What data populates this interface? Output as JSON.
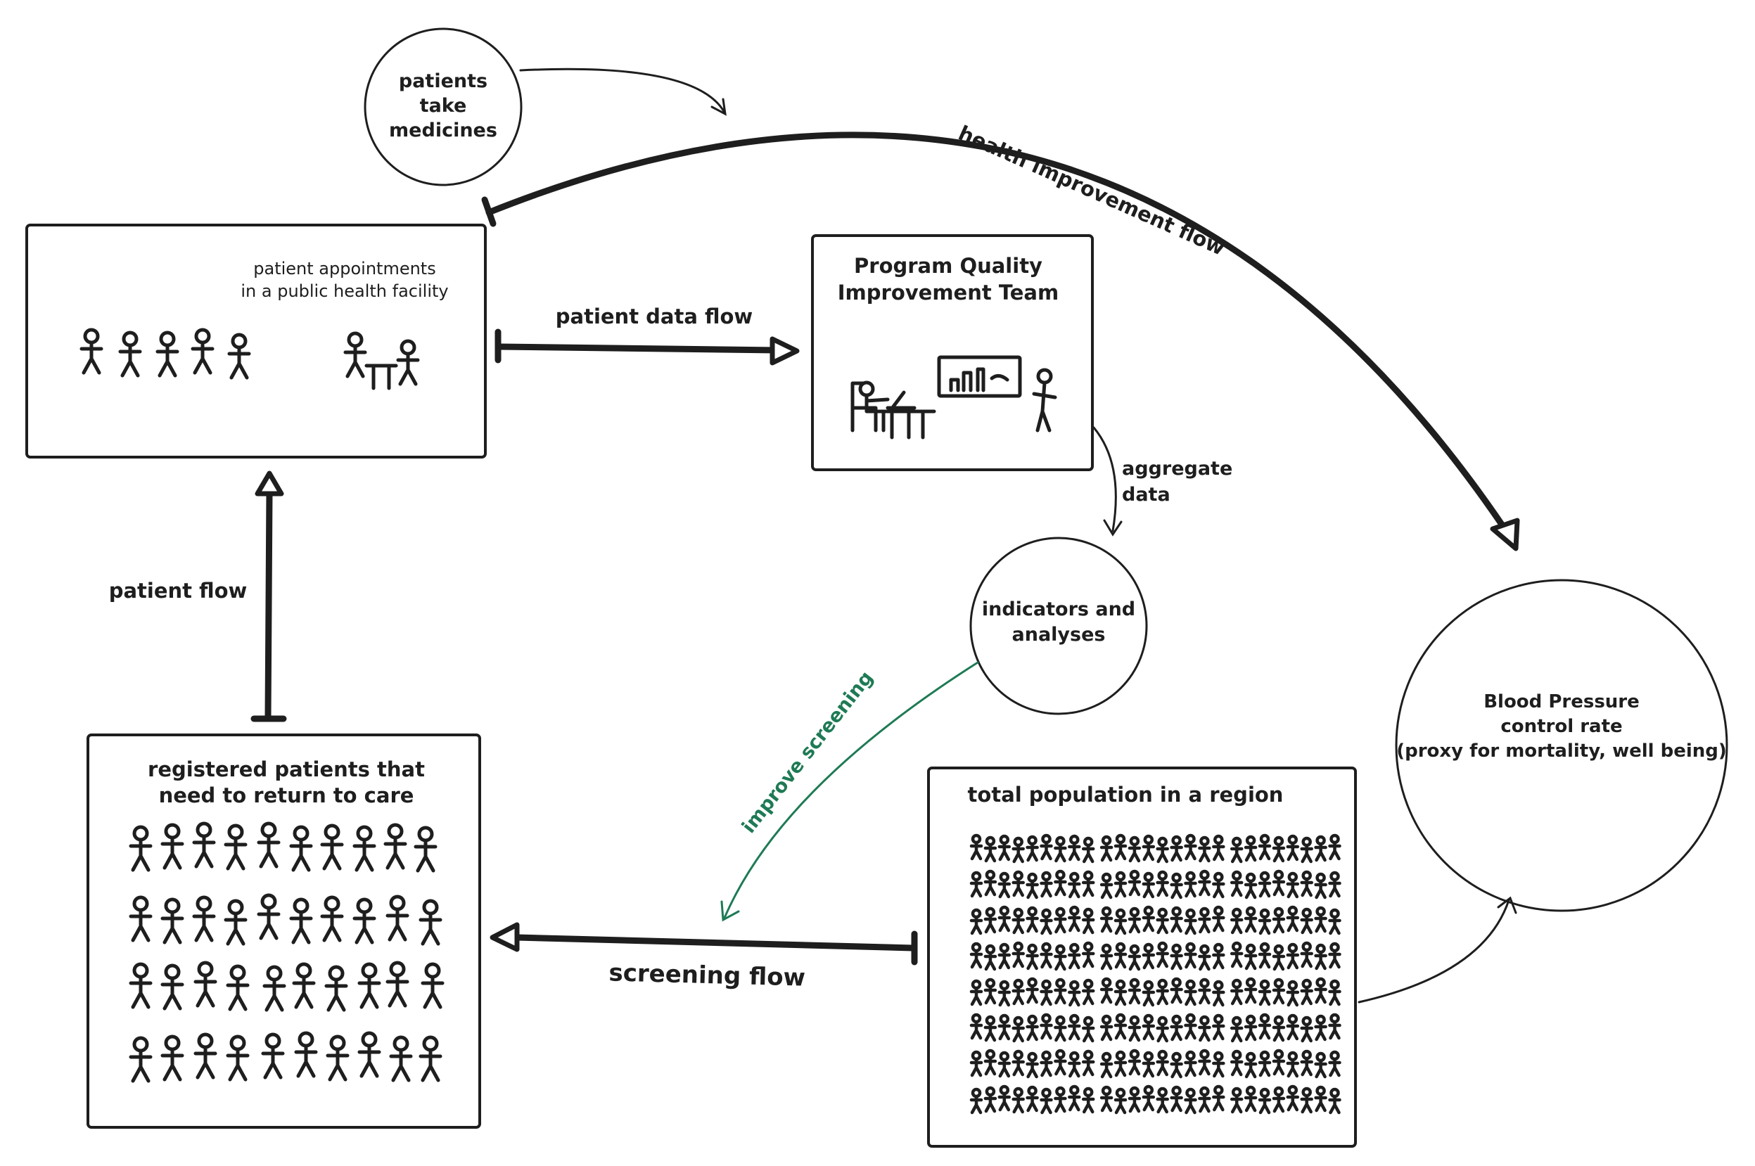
{
  "nodes": {
    "appointments": {
      "line1": "patient appointments",
      "line2": "in a public health facility"
    },
    "team": {
      "line1": "Program Quality",
      "line2": "Improvement Team"
    },
    "registered": {
      "line1": "registered patients that",
      "line2": "need to return to care"
    },
    "population": {
      "title": "total population in a region"
    },
    "medicines": {
      "line1": "patients",
      "line2": "take",
      "line3": "medicines"
    },
    "indicators": {
      "line1": "indicators and",
      "line2": "analyses"
    },
    "bp": {
      "line1": "Blood Pressure",
      "line2": "control rate",
      "line3": "(proxy for mortality, well being)"
    }
  },
  "edges": {
    "health_improvement": "health improvement flow",
    "patient_data": "patient data flow",
    "aggregate_line1": "aggregate",
    "aggregate_line2": "data",
    "patient_flow": "patient flow",
    "screening": "screening flow",
    "improve_screening": "improve screening"
  },
  "colors": {
    "ink": "#1e1e1e",
    "green": "#1e7a55"
  }
}
